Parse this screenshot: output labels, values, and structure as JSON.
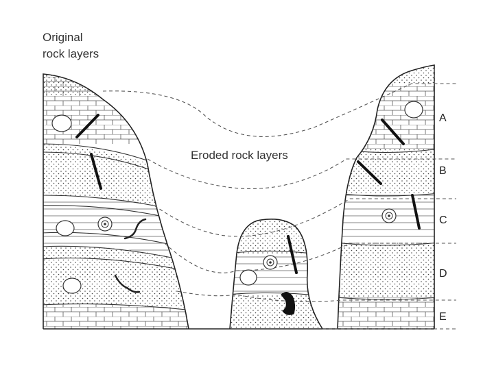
{
  "title": {
    "line1": "Original",
    "line2": "rock layers"
  },
  "eroded_label": "Eroded rock layers",
  "layers": [
    "A",
    "B",
    "C",
    "D",
    "E"
  ],
  "icons": {
    "pebble": "pebble-icon",
    "stick_fossil": "stick-fossil-icon",
    "shell_fossil": "spiral-shell-icon",
    "worm_fossil": "worm-fossil-icon",
    "claw_fossil": "claw-fossil-icon"
  }
}
